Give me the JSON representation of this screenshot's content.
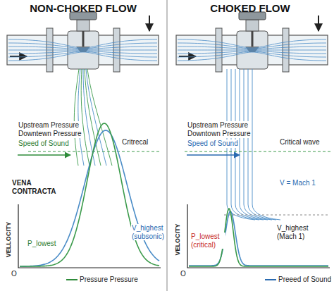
{
  "diagram": {
    "labels": [
      "NON-CHOKED FLOW",
      "Upstream Pressure",
      "Downtewn Pressure",
      "Speed of Sound",
      "Critrecal",
      "VENA CONTRACTA",
      "V_highest (subsonic)",
      "P_lowest",
      "VELLOCITY",
      "O",
      "CHOKED FLOW",
      "Upstream Pressure",
      "Downtown Pressure",
      "Speed of Sound",
      "Critical wave",
      "V = Mach 1",
      "P_lowest (critical)",
      "V_highest (Mach 1)",
      "VELOCITY",
      "O"
    ],
    "legend": [
      {
        "text": "Pressure Pressure"
      },
      {
        "text": "Preeed of Sound"
      }
    ]
  }
}
